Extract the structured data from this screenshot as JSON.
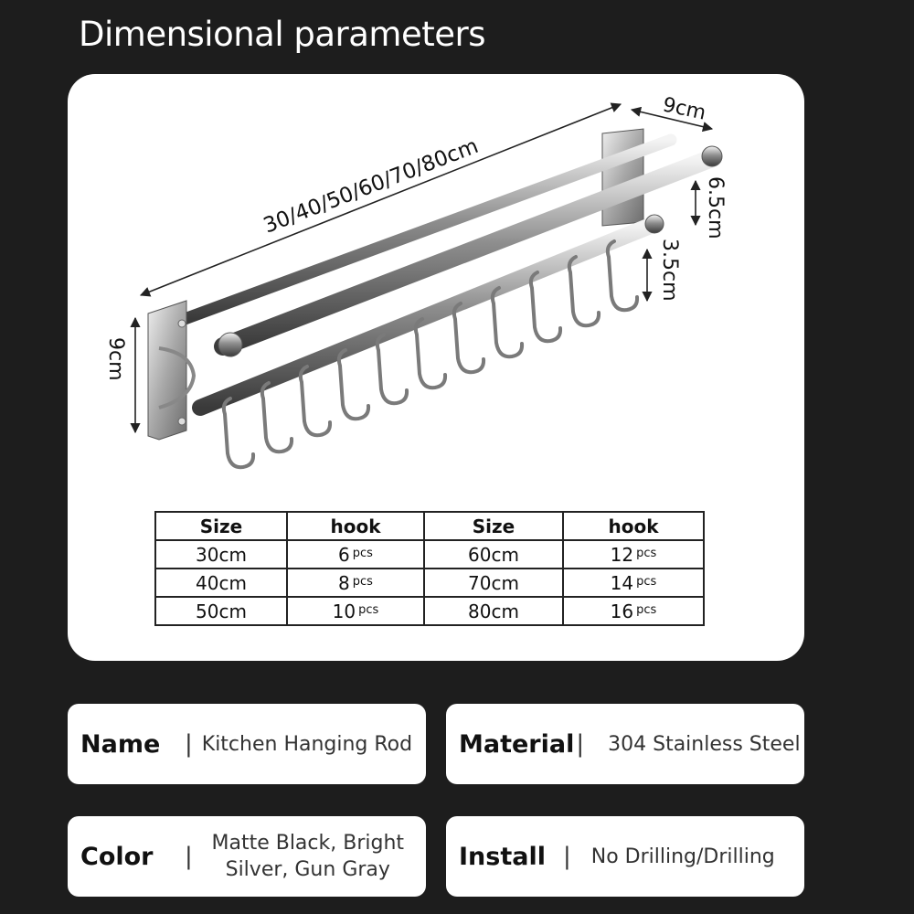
{
  "heading": "Dimensional parameters",
  "dimensions": {
    "length": "30/40/50/60/70/80cm",
    "depth": "9cm",
    "height": "9cm",
    "rod_gap": "6.5cm",
    "hook_gap": "3.5cm"
  },
  "table": {
    "headers": [
      "Size",
      "hook",
      "Size",
      "hook"
    ],
    "unit": "pcs",
    "rows": [
      {
        "size_a": "30cm",
        "hook_a": "6",
        "size_b": "60cm",
        "hook_b": "12"
      },
      {
        "size_a": "40cm",
        "hook_a": "8",
        "size_b": "70cm",
        "hook_b": "14"
      },
      {
        "size_a": "50cm",
        "hook_a": "10",
        "size_b": "80cm",
        "hook_b": "16"
      }
    ]
  },
  "specs": {
    "name": {
      "label": "Name",
      "sep": "|",
      "value": "Kitchen Hanging Rod"
    },
    "material": {
      "label": "Material",
      "sep": "|",
      "value": "304 Stainless Steel"
    },
    "color": {
      "label": "Color",
      "sep": "|",
      "value_line1": "Matte Black, Bright",
      "value_line2": "Silver, Gun Gray"
    },
    "install": {
      "label": "Install",
      "sep": "|",
      "value": "No Drilling/Drilling"
    }
  }
}
